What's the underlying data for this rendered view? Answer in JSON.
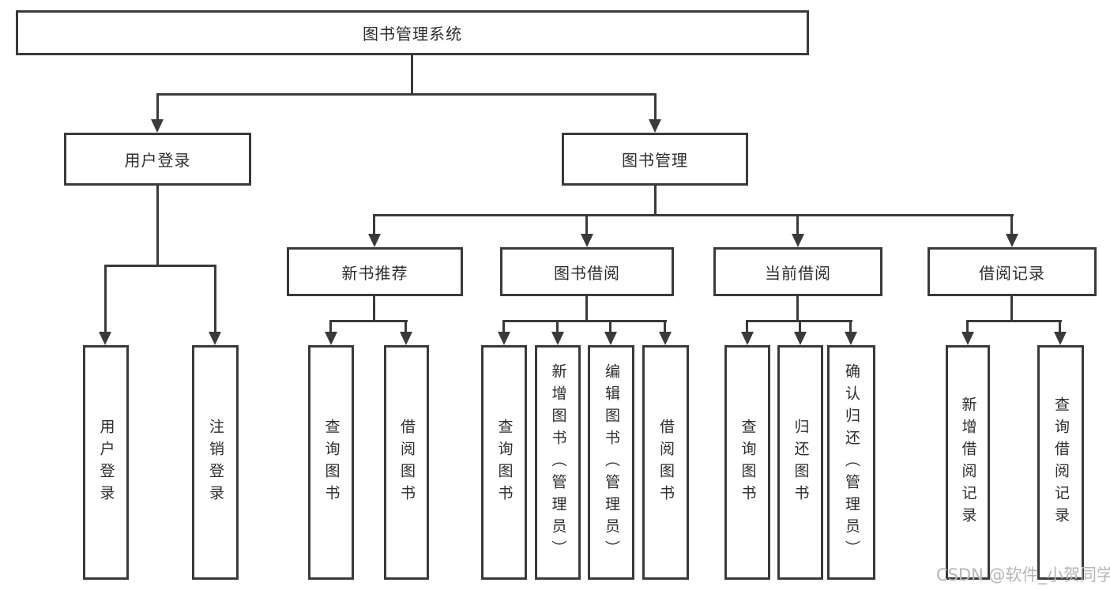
{
  "nodes": {
    "root": "图书管理系统",
    "level2": [
      "用户登录",
      "图书管理"
    ],
    "level3": [
      "新书推荐",
      "图书借阅",
      "当前借阅",
      "借阅记录"
    ],
    "leaves_user_login": [
      "用户登录",
      "注销登录"
    ],
    "leaves_new_book": [
      "查询图书",
      "借阅图书"
    ],
    "leaves_book_borrow": [
      "查询图书",
      "新增图书（管理员）",
      "编辑图书（管理员）",
      "借阅图书"
    ],
    "leaves_current_borrow": [
      "查询图书",
      "归还图书",
      "确认归还（管理员）"
    ],
    "leaves_borrow_records": [
      "新增借阅记录",
      "查询借阅记录"
    ]
  },
  "watermark": "CSDN @软件_小贺同学",
  "colors": {
    "line": "#3a3a3a",
    "text": "#2d2d2d",
    "watermark": "#b5b5b5",
    "background": "#ffffff"
  }
}
